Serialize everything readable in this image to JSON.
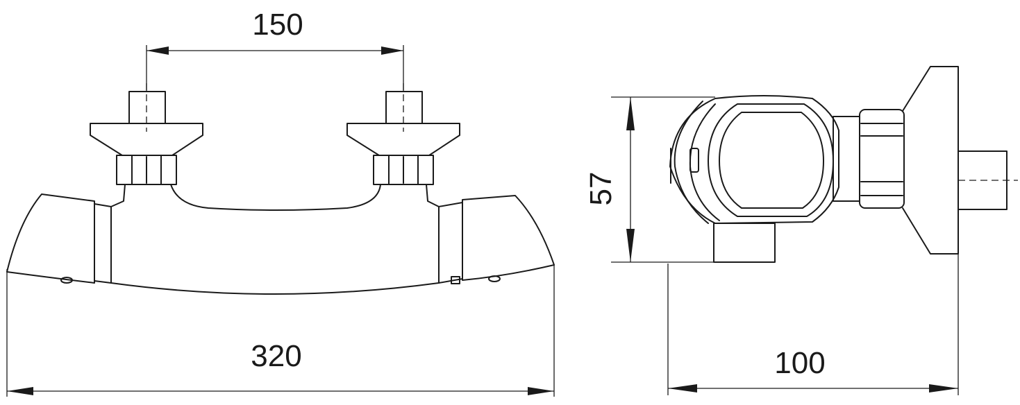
{
  "dimensions": {
    "connection_spacing": "150",
    "overall_width": "320",
    "depth": "100",
    "height": "57"
  },
  "colors": {
    "stroke": "#1a1a1a",
    "background": "#ffffff"
  }
}
